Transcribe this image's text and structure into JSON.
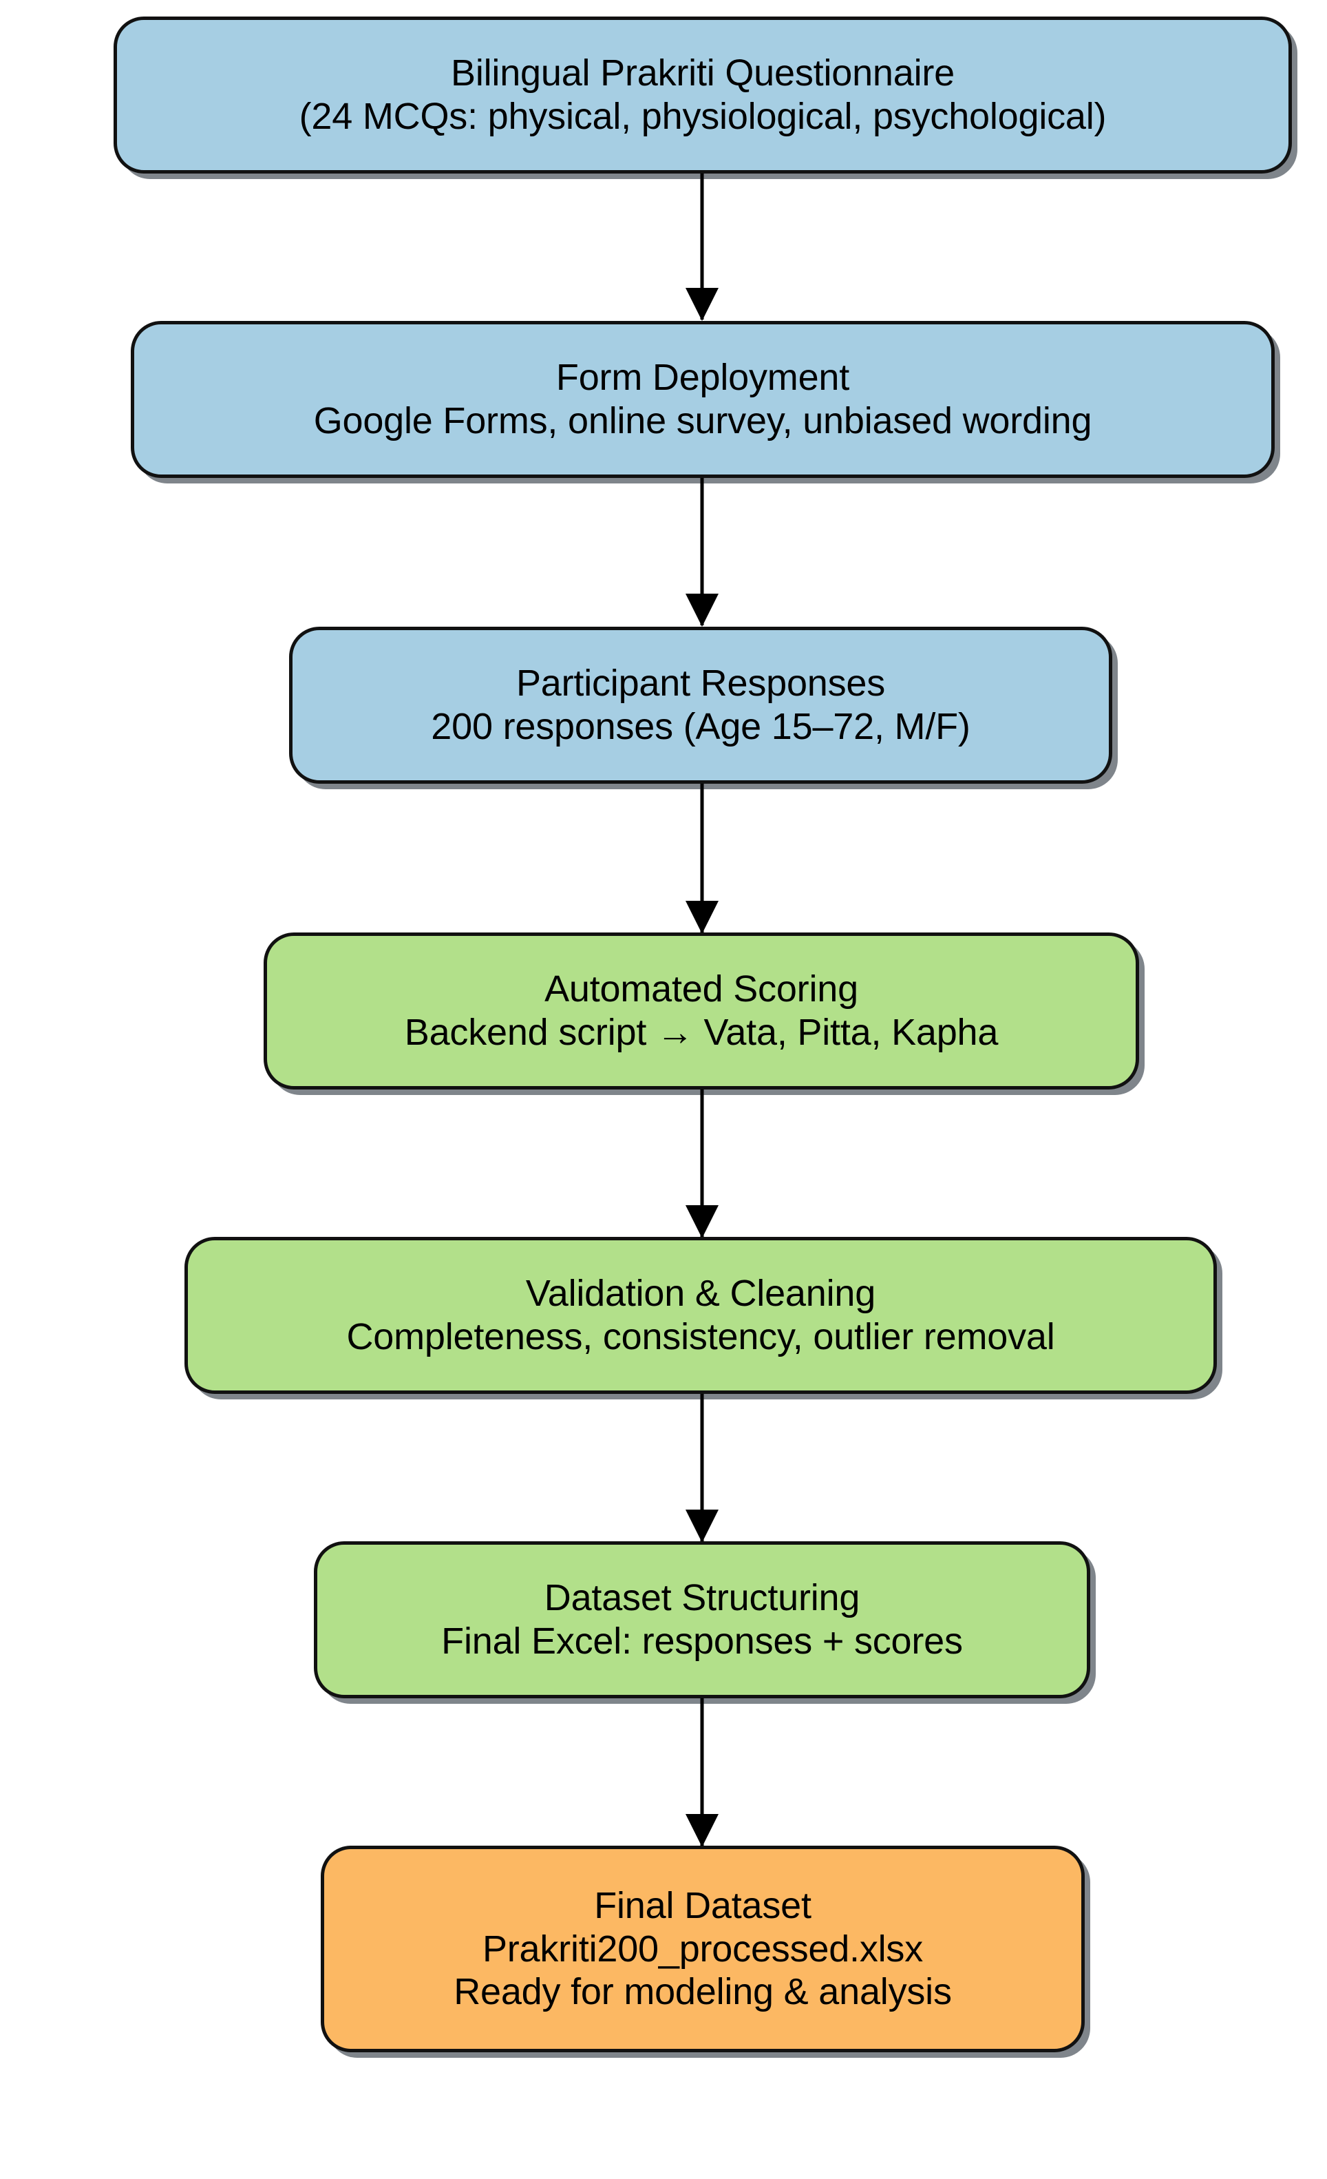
{
  "diagram": {
    "type": "flowchart",
    "orientation": "top-to-bottom",
    "title_text": "",
    "colors": {
      "blue_fill": "#A6CEE3",
      "green_fill": "#B2E08A",
      "orange_fill": "#FCB863",
      "border": "#111111",
      "arrow": "#000000",
      "shadow": "#5F676E",
      "background": "#FFFFFF"
    },
    "nodes": [
      {
        "id": "questionnaire",
        "color_group": "blue",
        "lines": [
          "Bilingual Prakriti Questionnaire",
          "(24 MCQs: physical, physiological, psychological)"
        ]
      },
      {
        "id": "form-deployment",
        "color_group": "blue",
        "lines": [
          "Form Deployment",
          "Google Forms, online survey, unbiased wording"
        ]
      },
      {
        "id": "participant-responses",
        "color_group": "blue",
        "lines": [
          "Participant Responses",
          "200 responses (Age 15–72, M/F)"
        ]
      },
      {
        "id": "automated-scoring",
        "color_group": "green",
        "lines": [
          "Automated Scoring",
          "Backend script → Vata, Pitta, Kapha"
        ]
      },
      {
        "id": "validation-cleaning",
        "color_group": "green",
        "lines": [
          "Validation & Cleaning",
          "Completeness, consistency, outlier removal"
        ]
      },
      {
        "id": "dataset-structuring",
        "color_group": "green",
        "lines": [
          "Dataset Structuring",
          "Final Excel: responses + scores"
        ]
      },
      {
        "id": "final-dataset",
        "color_group": "orange",
        "lines": [
          "Final Dataset",
          "Prakriti200_processed.xlsx",
          "Ready for modeling & analysis"
        ]
      }
    ],
    "edges": [
      {
        "from": "questionnaire",
        "to": "form-deployment"
      },
      {
        "from": "form-deployment",
        "to": "participant-responses"
      },
      {
        "from": "participant-responses",
        "to": "automated-scoring"
      },
      {
        "from": "automated-scoring",
        "to": "validation-cleaning"
      },
      {
        "from": "validation-cleaning",
        "to": "dataset-structuring"
      },
      {
        "from": "dataset-structuring",
        "to": "final-dataset"
      }
    ]
  }
}
